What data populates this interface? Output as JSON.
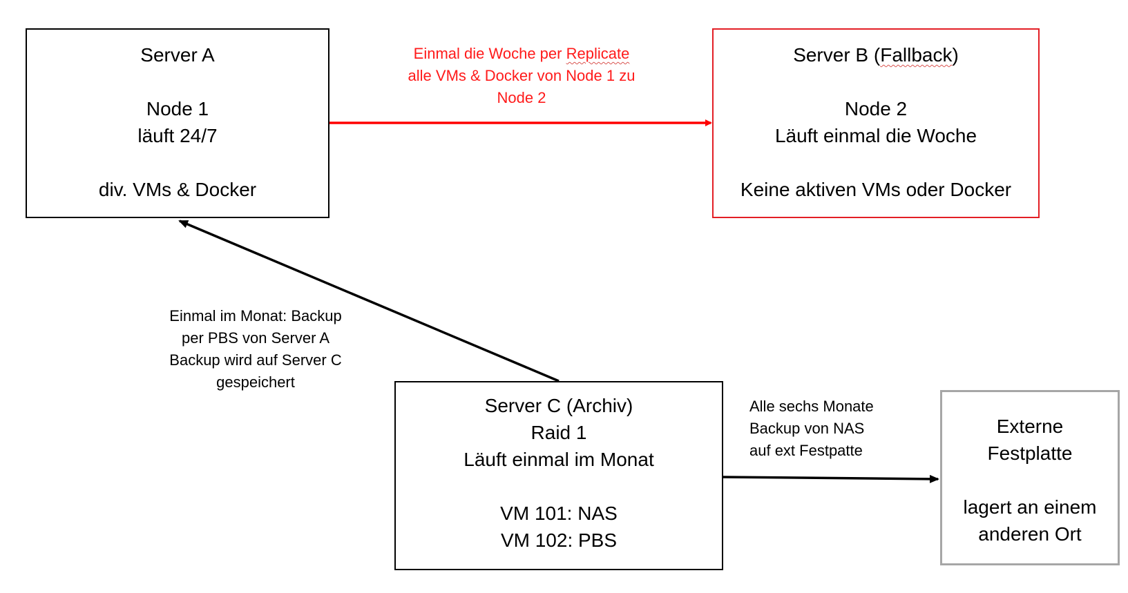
{
  "colors": {
    "replicate_red": "#ff0000",
    "box_b_border": "#e31e24",
    "box_d_border": "#a6a6a6",
    "black": "#000000"
  },
  "server_a": {
    "title": "Server A",
    "node": "Node 1",
    "status": "läuft 24/7",
    "workload": "div. VMs & Docker"
  },
  "server_b": {
    "title_prefix": "Server B (",
    "title_word": "Fallback",
    "title_suffix": ")",
    "node": "Node 2",
    "status": "Läuft einmal die Woche",
    "workload": "Keine aktiven VMs oder Docker"
  },
  "server_c": {
    "title": "Server C (Archiv)",
    "raid": "Raid 1",
    "status": "Läuft einmal im Monat",
    "vm1": "VM 101: NAS",
    "vm2": "VM 102: PBS"
  },
  "external_disk": {
    "line1": "Externe",
    "line2": "Festplatte",
    "line3": "lagert an einem",
    "line4": "anderen Ort"
  },
  "edges": {
    "replicate": {
      "line1_prefix": "Einmal die Woche per ",
      "line1_word": "Replicate",
      "line2": "alle VMs & Docker von Node 1 zu",
      "line3": "Node 2"
    },
    "monthly_backup": {
      "line1": "Einmal im Monat: Backup",
      "line2": "per PBS von Server A",
      "line3": "Backup wird auf Server C",
      "line4": "gespeichert"
    },
    "six_month_backup": {
      "line1": "Alle sechs Monate",
      "line2": "Backup von NAS",
      "line3": "auf ext Festpatte"
    }
  }
}
